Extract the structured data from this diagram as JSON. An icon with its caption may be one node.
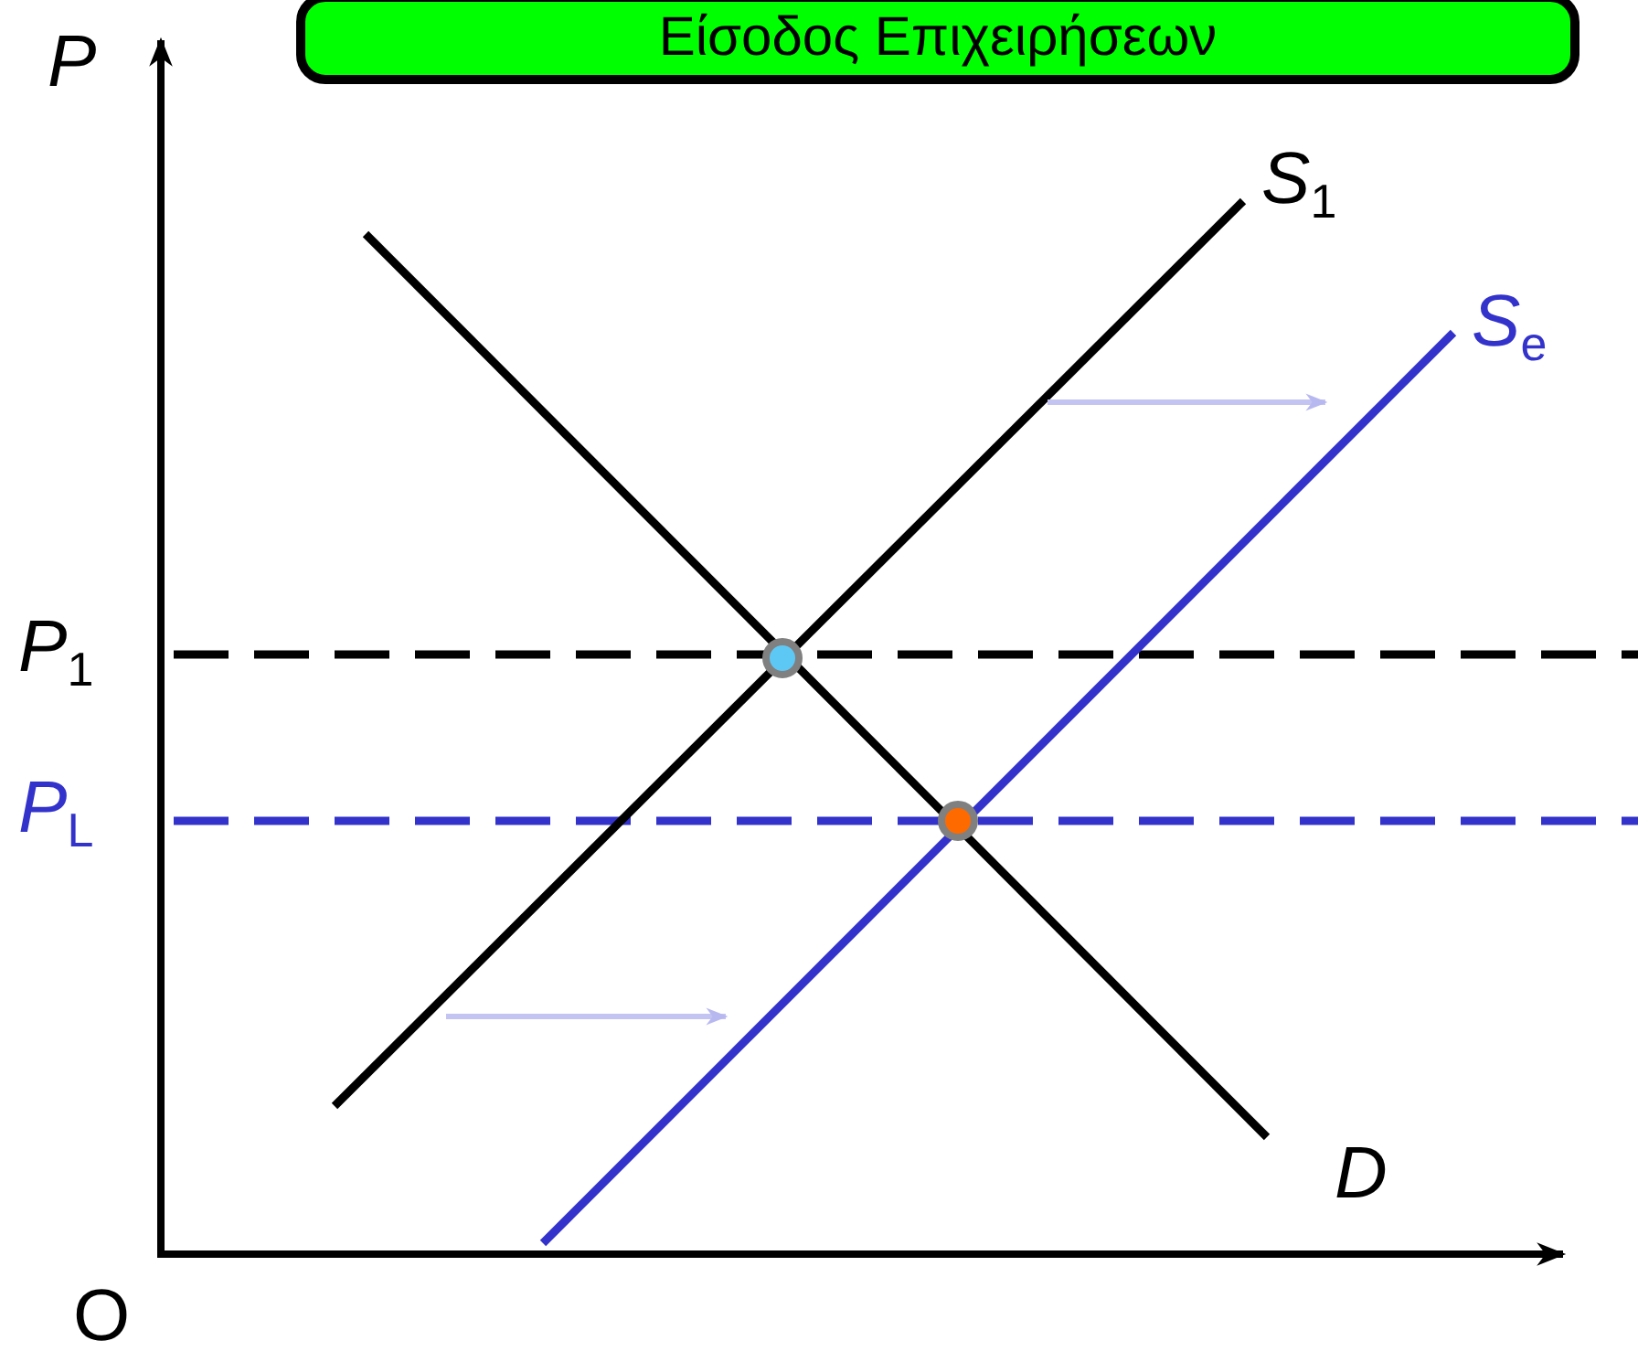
{
  "diagram": {
    "title": "Είσοδος Επιχειρήσεων",
    "labels": [
      "P",
      "*P*$_{1}$",
      "*P*$_{L}$",
      "*S*$_{1}$",
      "*S*$_{e}$",
      "D",
      "O"
    ]
  }
}
